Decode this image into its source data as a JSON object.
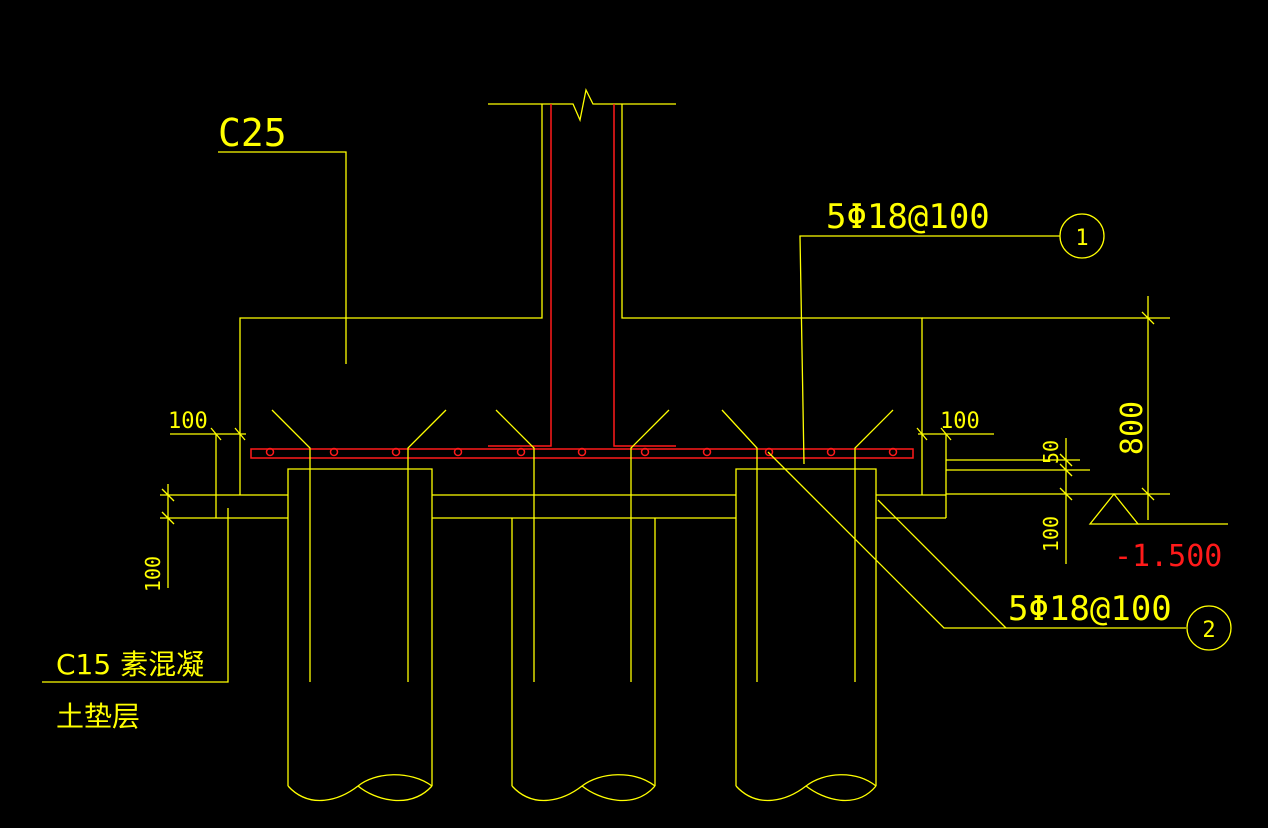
{
  "drawing": {
    "concrete_grade": "C25",
    "bottom_rebar": "5Φ18@100",
    "lower_rebar": "5Φ18@100",
    "callout_1": "1",
    "callout_2": "2",
    "cushion_line1": "C15 素混凝",
    "cushion_line2": "土垫层",
    "dim_left_offset": "100",
    "dim_right_offset": "100",
    "dim_cap_height": "800",
    "dim_cover": "50",
    "dim_right_cushion": "100",
    "dim_left_cushion": "100",
    "elevation": "-1.500"
  },
  "colors": {
    "background": "#000000",
    "linework": "#ffff00",
    "rebar": "#ff1a1a"
  }
}
